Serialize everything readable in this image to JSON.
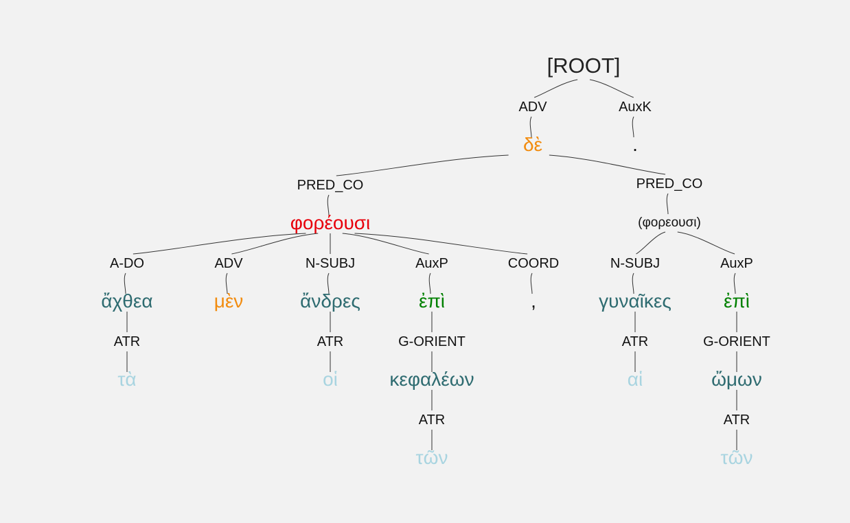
{
  "colors": {
    "background": "#f2f2f2",
    "predicate": "#e8000b",
    "particle": "#f28c0f",
    "noun": "#2e6b70",
    "preposition": "#008000",
    "article": "#a8d4e0",
    "punct": "#111111",
    "label": "#111111"
  },
  "nodes": [
    {
      "id": "root",
      "word": "[ROOT]",
      "rel": "",
      "parent": null,
      "kind": "root"
    },
    {
      "id": "de",
      "word": "δὲ",
      "rel": "ADV",
      "parent": "root",
      "kind": "particle"
    },
    {
      "id": "stop",
      "word": ".",
      "rel": "AuxK",
      "parent": "root",
      "kind": "punct"
    },
    {
      "id": "phoreousi",
      "word": "φορέουσι",
      "rel": "PRED_CO",
      "parent": "de",
      "kind": "predicate"
    },
    {
      "id": "phoreousi2",
      "word": "(φορεουσι)",
      "rel": "PRED_CO",
      "parent": "de",
      "kind": "elided"
    },
    {
      "id": "achthea",
      "word": "ἄχθεα",
      "rel": "A-DO",
      "parent": "phoreousi",
      "kind": "noun"
    },
    {
      "id": "men",
      "word": "μὲν",
      "rel": "ADV",
      "parent": "phoreousi",
      "kind": "particle"
    },
    {
      "id": "andres",
      "word": "ἄνδρες",
      "rel": "N-SUBJ",
      "parent": "phoreousi",
      "kind": "noun"
    },
    {
      "id": "epi1",
      "word": "ἐπὶ",
      "rel": "AuxP",
      "parent": "phoreousi",
      "kind": "preposition"
    },
    {
      "id": "comma",
      "word": ",",
      "rel": "COORD",
      "parent": "phoreousi",
      "kind": "punct"
    },
    {
      "id": "gynaikes",
      "word": "γυναῖκες",
      "rel": "N-SUBJ",
      "parent": "phoreousi2",
      "kind": "noun"
    },
    {
      "id": "epi2",
      "word": "ἐπὶ",
      "rel": "AuxP",
      "parent": "phoreousi2",
      "kind": "preposition"
    },
    {
      "id": "ta",
      "word": "τὰ",
      "rel": "ATR",
      "parent": "achthea",
      "kind": "article"
    },
    {
      "id": "hoi",
      "word": "οἱ",
      "rel": "ATR",
      "parent": "andres",
      "kind": "article"
    },
    {
      "id": "kephaleon",
      "word": "κεφαλέων",
      "rel": "G-ORIENT",
      "parent": "epi1",
      "kind": "noun"
    },
    {
      "id": "hai",
      "word": "αἱ",
      "rel": "ATR",
      "parent": "gynaikes",
      "kind": "article"
    },
    {
      "id": "omon",
      "word": "ὤμων",
      "rel": "G-ORIENT",
      "parent": "epi2",
      "kind": "noun"
    },
    {
      "id": "ton1",
      "word": "τῶν",
      "rel": "ATR",
      "parent": "kephaleon",
      "kind": "article"
    },
    {
      "id": "ton2",
      "word": "τῶν",
      "rel": "ATR",
      "parent": "omon",
      "kind": "article"
    }
  ]
}
